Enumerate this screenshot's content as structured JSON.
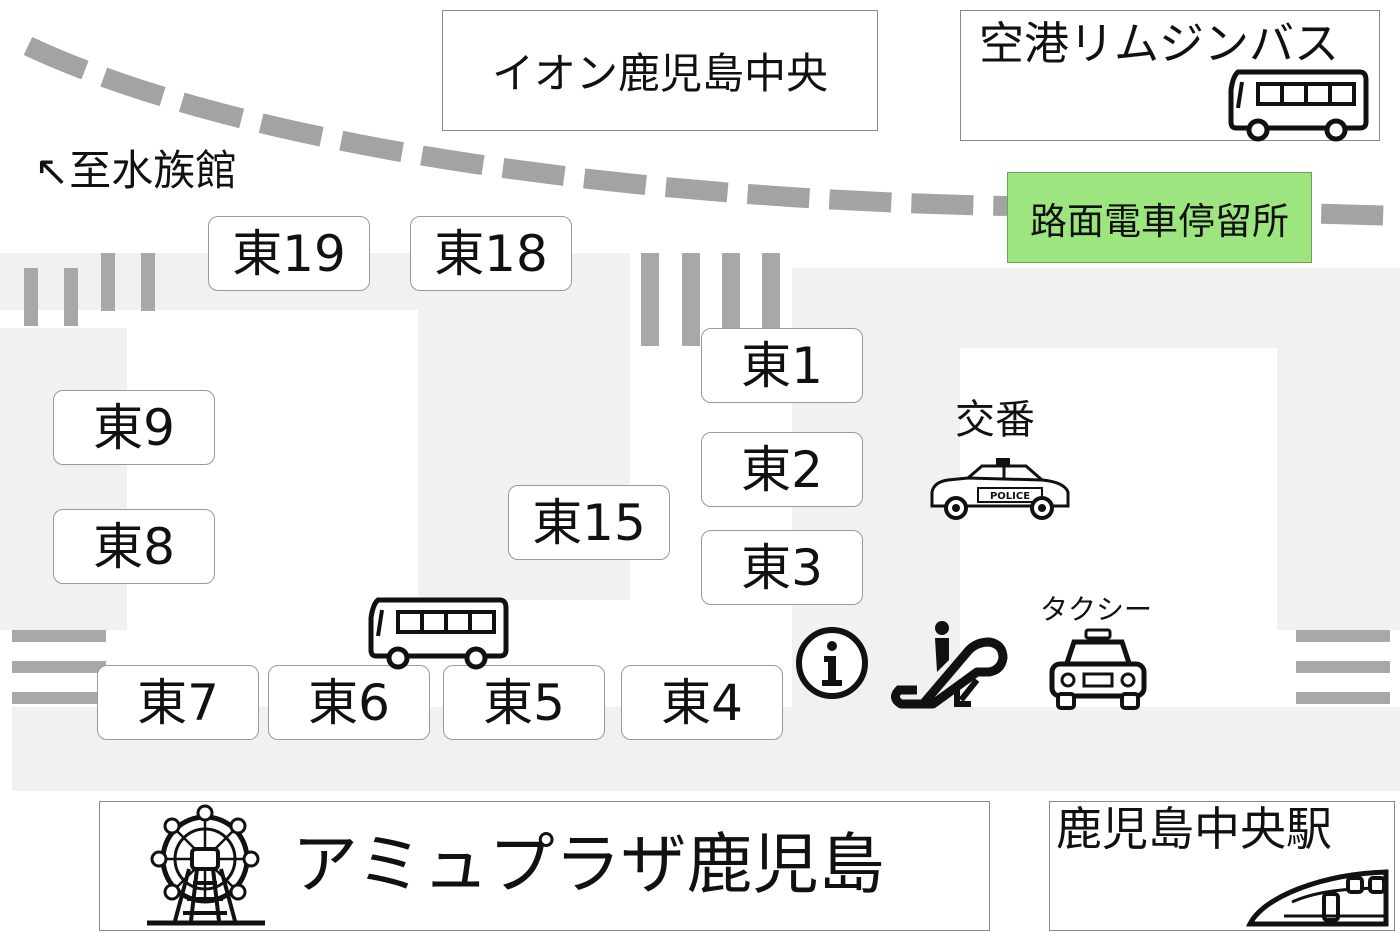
{
  "direction_label": "↖至水族館",
  "buildings": {
    "aeon": "イオン鹿児島中央",
    "airport_bus": "空港リムジンバス",
    "tram_stop": "路面電車停留所",
    "amu_plaza": "アミュプラザ鹿児島",
    "station": "鹿児島中央駅"
  },
  "bus_stops": {
    "e19": "東19",
    "e18": "東18",
    "e1": "東1",
    "e2": "東2",
    "e3": "東3",
    "e9": "東9",
    "e8": "東8",
    "e15": "東15",
    "e7": "東7",
    "e6": "東6",
    "e5": "東5",
    "e4": "東4"
  },
  "facilities": {
    "police_box": "交番",
    "police_car_text": "POLICE",
    "taxi": "タクシー"
  },
  "icons": [
    "bus-icon",
    "ferris-wheel-icon",
    "train-icon",
    "police-car-icon",
    "information-icon",
    "escalator-icon",
    "taxi-icon"
  ],
  "colors": {
    "tram_stop_fill": "#9de57f",
    "road_fill": "#f1f1f1",
    "tram_line": "#a3a3a3"
  }
}
